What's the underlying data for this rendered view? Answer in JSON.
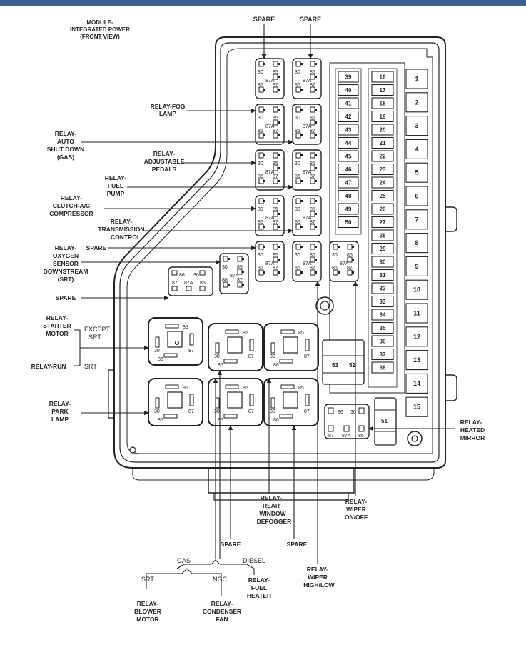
{
  "title": {
    "line1": "MODULE-",
    "line2": "INTEGRATED POWER",
    "line3": "(FRONT VIEW)"
  },
  "labels": {
    "spare": "SPARE",
    "relay_fog_1": "RELAY-FOG",
    "relay_fog_2": "LAMP",
    "asd_1": "RELAY-",
    "asd_2": "AUTO",
    "asd_3": "SHUT DOWN",
    "asd_4": "(GAS)",
    "adj_1": "RELAY-",
    "adj_2": "ADJUSTABLE",
    "adj_3": "PEDALS",
    "fuel_1": "RELAY-",
    "fuel_2": "FUEL",
    "fuel_3": "PUMP",
    "clutch_1": "RELAY-",
    "clutch_2": "CLUTCH-A/C",
    "clutch_3": "COMPRESSOR",
    "trans_1": "RELAY-",
    "trans_2": "TRANSMISSION",
    "trans_3": "CONTROL",
    "o2_1": "RELAY-",
    "o2_2": "OXYGEN",
    "o2_3": "SENSOR",
    "o2_4": "DOWNSTREAM",
    "o2_5": "(SRT)",
    "starter_1": "RELAY-",
    "starter_2": "STARTER",
    "starter_3": "MOTOR",
    "except_1": "EXCEPT",
    "except_2": "SRT",
    "srt": "SRT",
    "relay_run": "RELAY-RUN",
    "park_1": "RELAY-",
    "park_2": "PARK",
    "park_3": "LAMP",
    "heated_1": "RELAY-",
    "heated_2": "HEATED",
    "heated_3": "MIRROR",
    "wiper_onoff_1": "RELAY-",
    "wiper_onoff_2": "WIPER",
    "wiper_onoff_3": "ON/OFF",
    "rear_1": "RELAY-",
    "rear_2": "REAR",
    "rear_3": "WINDOW",
    "rear_4": "DEFOGGER",
    "wiper_hl_1": "RELAY-",
    "wiper_hl_2": "WIPER",
    "wiper_hl_3": "HIGH/LOW",
    "gas": "GAS",
    "diesel": "DIESEL",
    "ngc": "NGC",
    "fuel_heater_1": "RELAY-",
    "fuel_heater_2": "FUEL",
    "fuel_heater_3": "HEATER",
    "blower_1": "RELAY-",
    "blower_2": "BLOWER",
    "blower_3": "MOTOR",
    "condenser_1": "RELAY-",
    "condenser_2": "CONDENSER",
    "condenser_3": "FAN"
  },
  "pins": {
    "p30": "30",
    "p85": "85",
    "p86": "86",
    "p87": "87",
    "p87a": "87A"
  },
  "fuses": {
    "col_a": [
      "39",
      "40",
      "41",
      "42",
      "43",
      "44",
      "45",
      "46",
      "47",
      "48",
      "49",
      "50"
    ],
    "col_b": [
      "16",
      "17",
      "18",
      "19",
      "20",
      "21",
      "22",
      "23",
      "24",
      "25",
      "26",
      "27",
      "28",
      "29",
      "30",
      "31",
      "32",
      "33",
      "34",
      "35",
      "36",
      "37",
      "38"
    ],
    "col_c": [
      "1",
      "2",
      "3",
      "4",
      "5",
      "6",
      "7",
      "8",
      "9",
      "10",
      "11",
      "12",
      "13",
      "14",
      "15"
    ],
    "f53": "53",
    "f52": "52",
    "f51": "51"
  }
}
